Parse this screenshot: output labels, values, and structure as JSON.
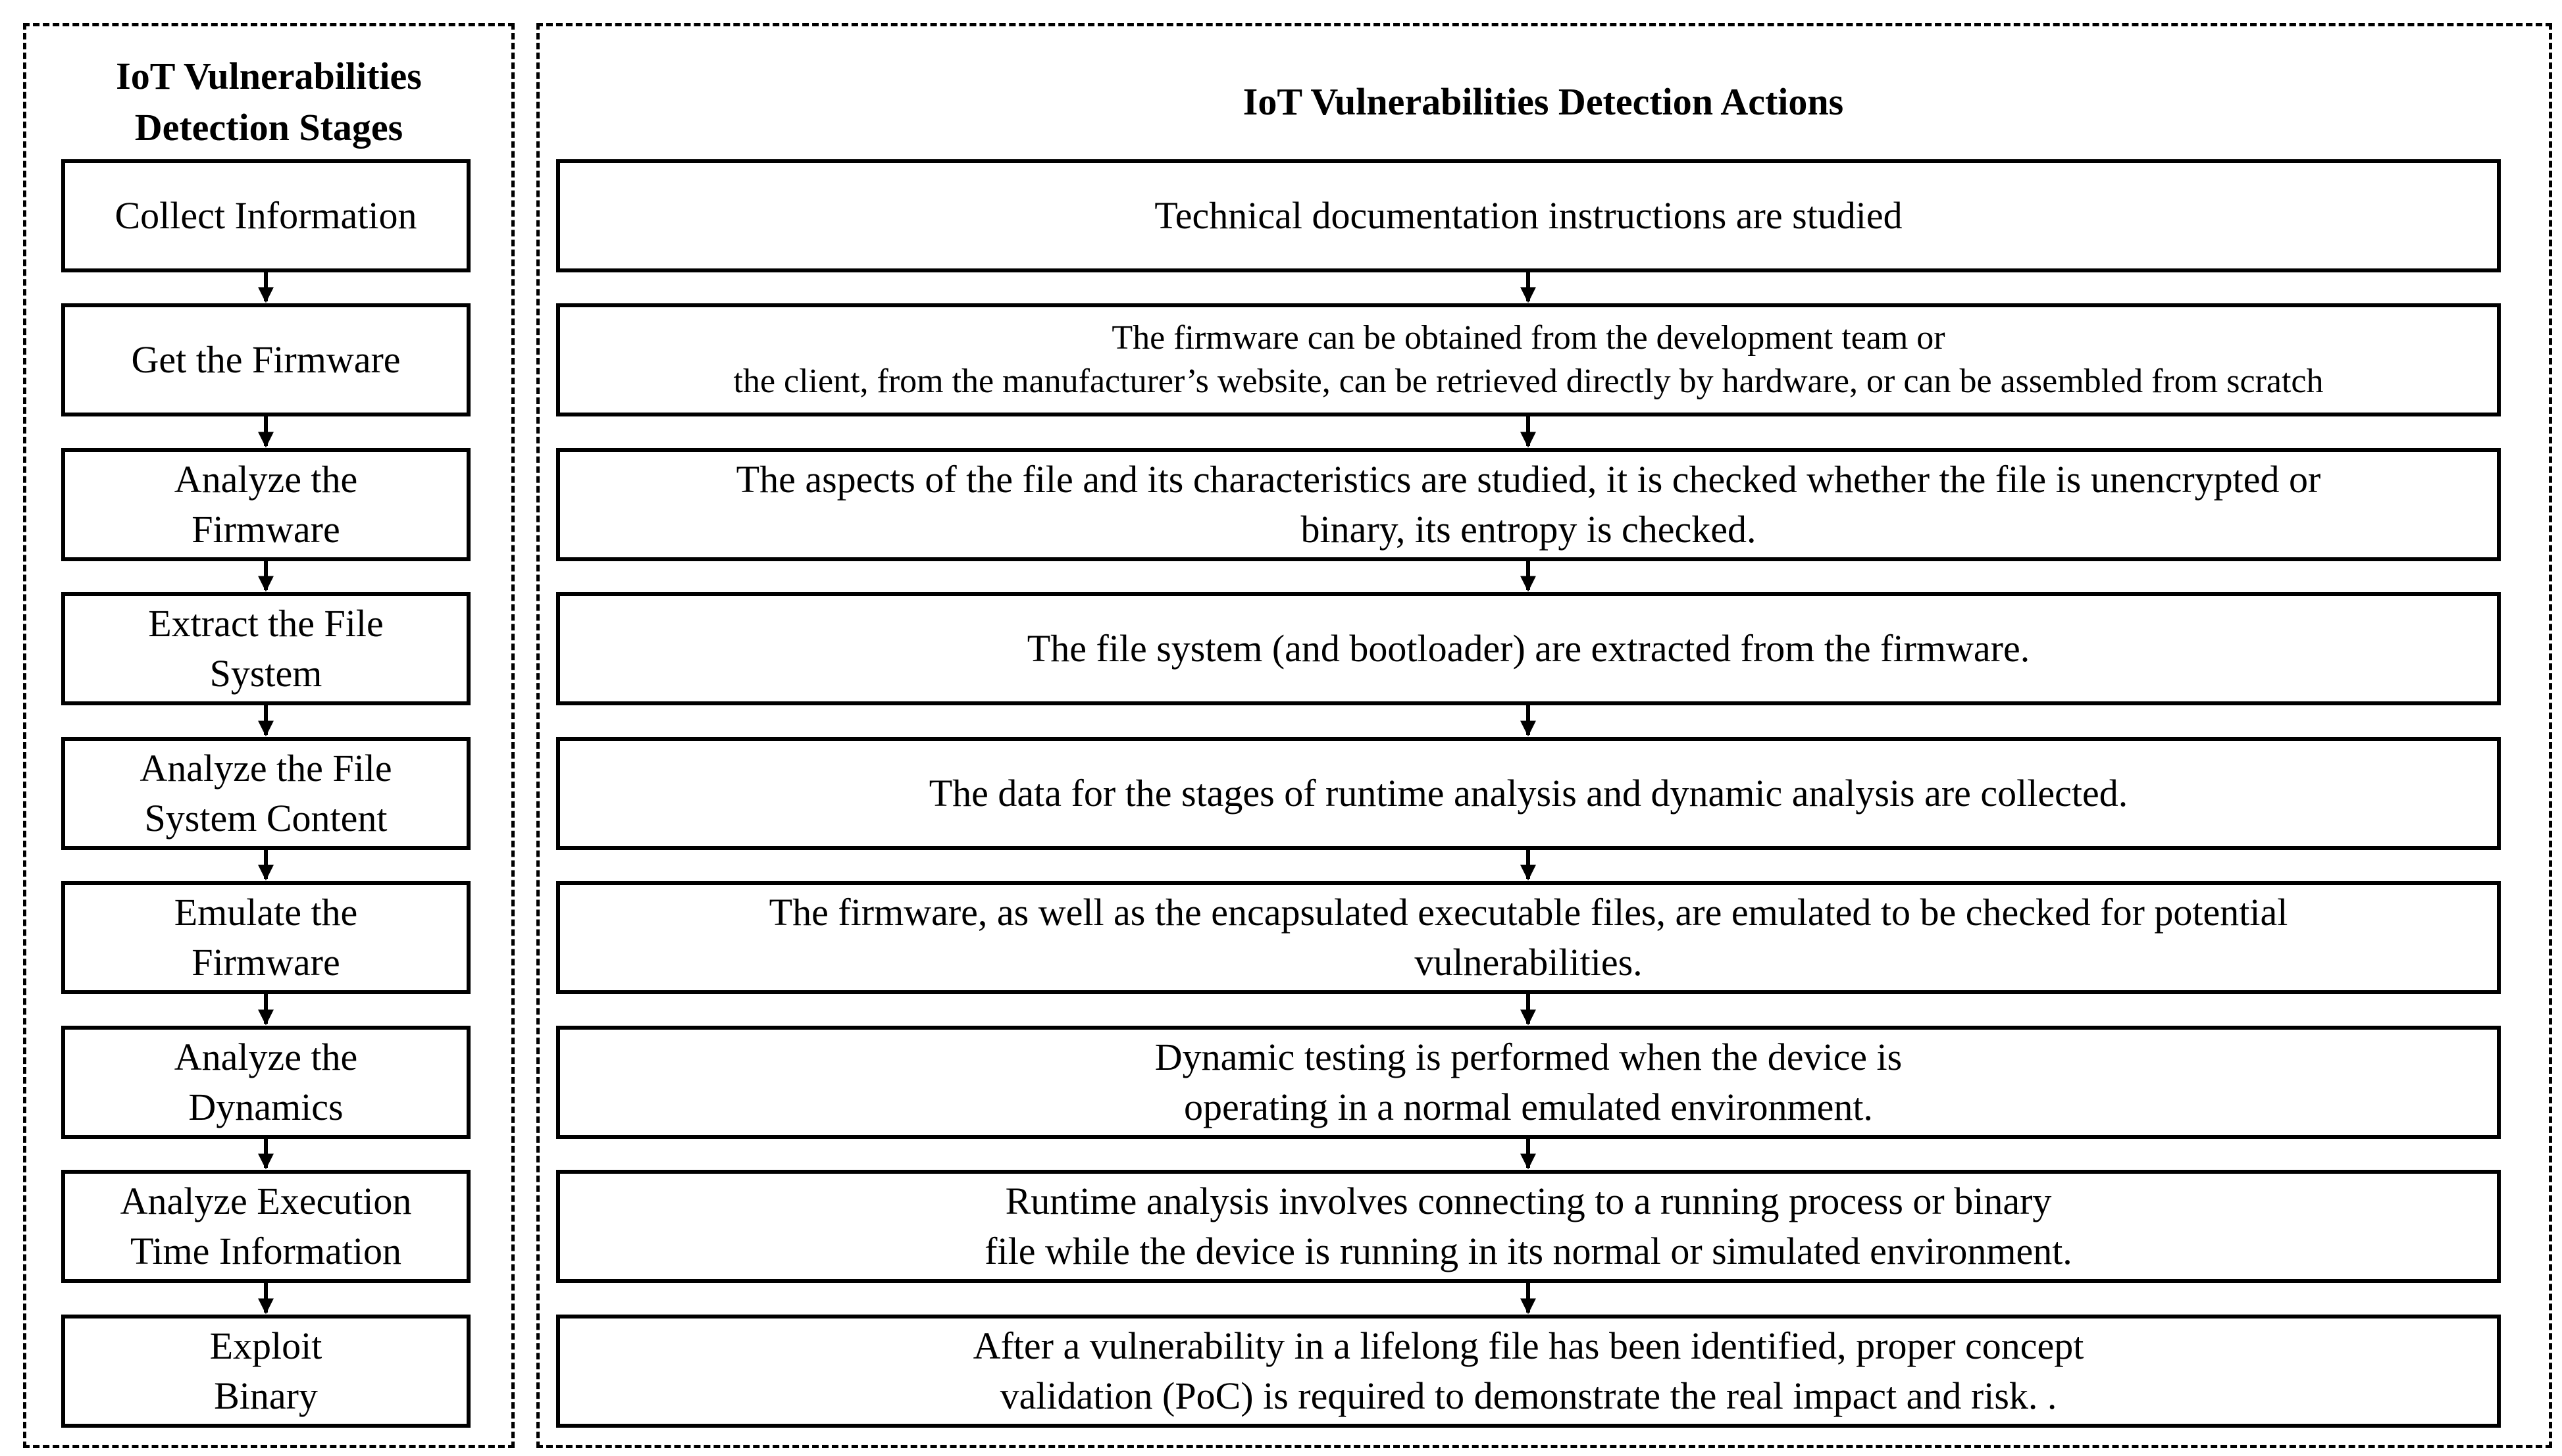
{
  "diagram": {
    "stages_heading": [
      "IoT Vulnerabilities",
      "Detection Stages"
    ],
    "actions_heading": "IoT Vulnerabilities  Detection Actions",
    "stages": [
      [
        "Collect Information"
      ],
      [
        "Get the Firmware"
      ],
      [
        "Analyze  the",
        "Firmware"
      ],
      [
        "Extract the File",
        "System"
      ],
      [
        "Analyze  the File",
        "System  Content"
      ],
      [
        "Emulate the",
        "Firmware"
      ],
      [
        "Analyze  the",
        "Dynamics"
      ],
      [
        "Analyze  Execution",
        "Time Information"
      ],
      [
        "Exploit",
        "Binary"
      ]
    ],
    "actions": [
      [
        "Technical  documentation  instructions  are studied"
      ],
      [
        "The firmware  can be obtained from the development team  or",
        "the client,  from the manufacturer’s website, can be retrieved  directly  by hardware,  or can be assembled from scratch"
      ],
      [
        "The aspects  of the file and its characteristics  are studied, it is checked  whether  the file is unencrypted  or",
        "binary,  its entropy  is checked."
      ],
      [
        "The file system  (and  bootloader)  are extracted  from the firmware."
      ],
      [
        "The data  for the stages  of runtime analysis  and dynamic  analysis  are collected."
      ],
      [
        "The firmware,  as well as the encapsulated  executable  files, are emulated to be checked  for potential",
        "vulnerabilities."
      ],
      [
        "Dynamic  testing is performed  when the device  is",
        "operating  in a normal emulated  environment."
      ],
      [
        "Runtime  analysis  involves  connecting  to a running  process  or binary",
        "file while the device  is running  in its normal  or simulated  environment."
      ],
      [
        "After a vulnerability  in a lifelong file has been identified,  proper concept",
        "validation  (PoC) is required  to demonstrate  the real impact and risk. ."
      ]
    ]
  }
}
